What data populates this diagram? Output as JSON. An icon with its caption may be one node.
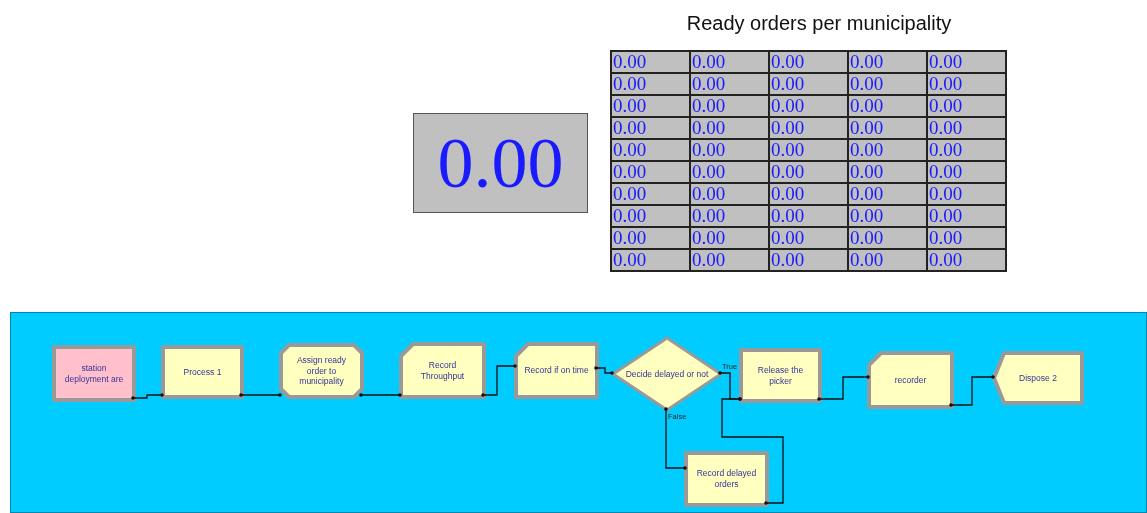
{
  "diagram": {
    "nodes": [
      {
        "text": [
          "0.00"
        ]
      },
      {
        "text": [],
        "shape": "box"
      },
      {
        "text": [
          "station deployment are"
        ],
        "in": 1
      },
      {
        "text": [
          "Process 1"
        ],
        "in": 1
      },
      {
        "text": [
          "Assign ready order to municipality"
        ],
        "in": 1
      },
      {
        "text": [
          "Record Throughput"
        ],
        "in": 1
      },
      {
        "text": [
          "Record if on time"
        ],
        "in": 1
      },
      {
        "text": [
          "Decide delayed or not"
        ],
        "in": 1
      },
      {
        "text": [
          "Release the picker"
        ],
        "in": 1
      },
      {
        "text": [
          "recorder"
        ],
        "in": 1
      },
      {
        "text": [
          "Dispose 2"
        ],
        "in": 1
      },
      {
        "text": [
          "Record delayed orders"
        ],
        "in": 1
      }
    ],
    "edges": [
      {
        "from": 2,
        "to": 3,
        "arrow": "other"
      },
      {
        "from": 3,
        "to": 4,
        "arrow": "other"
      },
      {
        "from": 4,
        "to": 5,
        "arrow": "other"
      },
      {
        "from": 5,
        "to": 6,
        "arrow": "other"
      },
      {
        "from": 6,
        "to": 7,
        "arrow": "other"
      },
      {
        "from": 7,
        "to": 8,
        "arrow": "other",
        "label": "True"
      },
      {
        "from": 7,
        "to": 11,
        "arrow": "other",
        "label": "False"
      },
      {
        "from": 11,
        "to": 8,
        "arrow": "other"
      },
      {
        "from": 8,
        "to": 9,
        "arrow": "other"
      },
      {
        "from": 9,
        "to": 10,
        "arrow": "other"
      }
    ],
    "labels": [
      "Ready orders per municipality",
      "0.00",
      "0.00",
      "0.00",
      "0.00",
      "0.00",
      "0.00",
      "0.00",
      "0.00",
      "0.00",
      "0.00",
      "0.00",
      "0.00",
      "0.00",
      "0.00",
      "0.00",
      "0.00",
      "0.00",
      "0.00",
      "0.00",
      "0.00",
      "0.00",
      "0.00",
      "0.00",
      "0.00",
      "0.00",
      "0.00",
      "0.00",
      "0.00",
      "0.00",
      "0.00",
      "0.00",
      "0.00",
      "0.00",
      "0.00",
      "0.00",
      "0.00",
      "0.00",
      "0.00",
      "0.00",
      "0.00",
      "0.00",
      "0.00",
      "0.00",
      "0.00",
      "0.00",
      "0.00",
      "0.00",
      "0.00",
      "0.00",
      "0.00"
    ]
  }
}
